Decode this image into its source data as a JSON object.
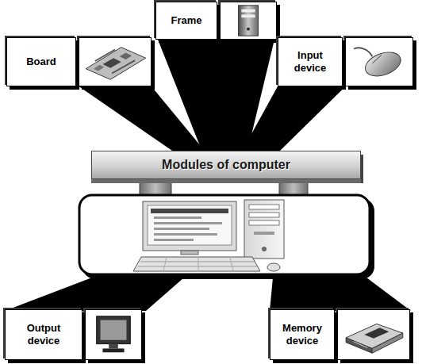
{
  "diagram": {
    "nodes": [
      {
        "text": [
          "Frame"
        ]
      },
      {
        "text": [
          "Board"
        ]
      },
      {
        "text": [
          "Input device"
        ]
      },
      {
        "text": [
          "Modules of computer"
        ]
      },
      {
        "text": [
          "Output device"
        ]
      },
      {
        "text": [
          "Memory device"
        ]
      }
    ],
    "edges": [
      {
        "from": 0,
        "to": 3,
        "arrow": "none"
      },
      {
        "from": 1,
        "to": 3,
        "arrow": "none"
      },
      {
        "from": 2,
        "to": 3,
        "arrow": "none"
      }
    ]
  }
}
